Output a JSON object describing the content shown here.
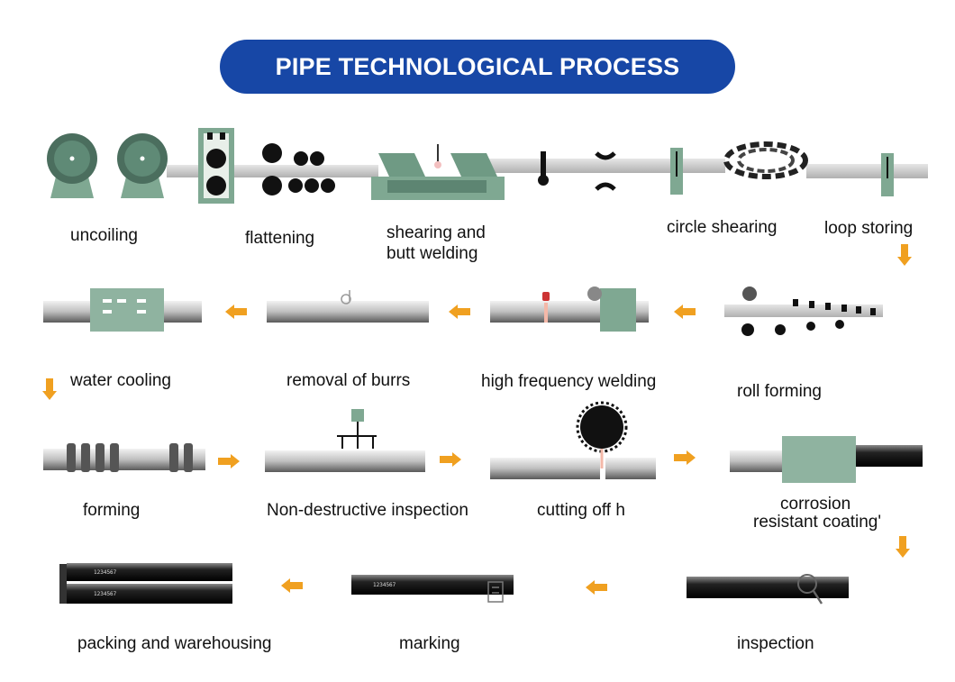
{
  "title": "PIPE TECHNOLOGICAL PROCESS",
  "colors": {
    "title_bg": "#1747a6",
    "machine_green": "#7fa892",
    "arrow_orange": "#f0a020",
    "pipe_gray": "#bdbdbd",
    "pipe_dark": "#1c1c1c"
  },
  "steps": {
    "uncoiling": "uncoiling",
    "flattening": "flattening",
    "shearing_1": "shearing and",
    "shearing_2": "butt welding",
    "circle_shearing": "circle shearing",
    "loop_storing": "loop storing",
    "water_cooling": "water cooling",
    "removal_of_burrs": "removal of burrs",
    "high_frequency_welding": "high frequency welding",
    "roll_forming": "roll forming",
    "forming": "forming",
    "non_destructive_inspection": "Non-destructive inspection",
    "cutting_off": "cutting off h",
    "corrosion_1": "corrosion",
    "corrosion_2": "resistant coating'",
    "packing": "packing and warehousing",
    "marking": "marking",
    "inspection": "inspection"
  }
}
